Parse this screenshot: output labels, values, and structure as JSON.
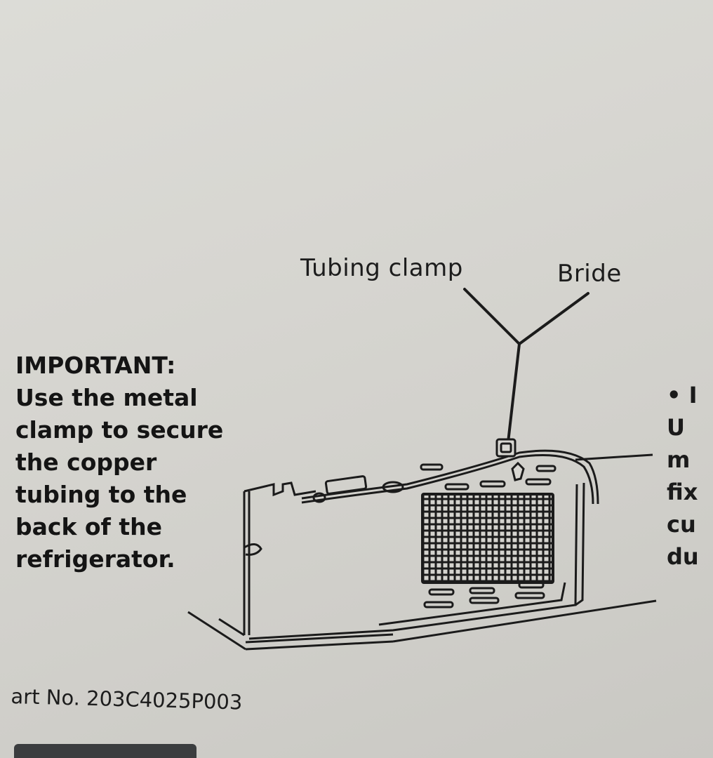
{
  "labels": {
    "tubing_clamp": "Tubing clamp",
    "bride": "Bride"
  },
  "important": {
    "lines": [
      "IMPORTANT:",
      "Use the metal",
      "clamp to secure",
      "the copper",
      "tubing to the",
      "back of the",
      "refrigerator."
    ]
  },
  "part_number": "art No. 203C4025P003",
  "right_column": {
    "lines": [
      "• I",
      "U",
      "m",
      "fix",
      "cu",
      "du"
    ]
  }
}
